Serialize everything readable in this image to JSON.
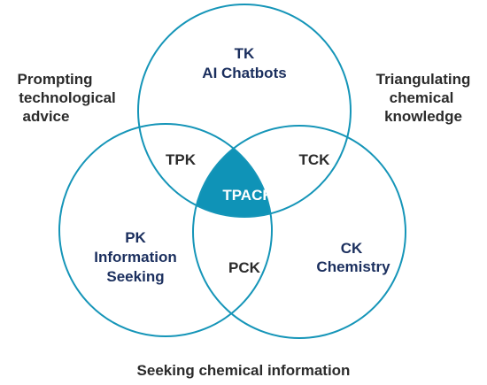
{
  "colors": {
    "circle_stroke": "#1595b8",
    "center_fill": "#0f93b7",
    "label_dark": "#1b2f5e",
    "label_gray": "#2b2b2b",
    "center_text": "#ffffff"
  },
  "circles": {
    "top": {
      "abbr": "TK",
      "name": "AI Chatbots"
    },
    "left": {
      "abbr": "PK",
      "line1": "Information",
      "line2": "Seeking"
    },
    "right": {
      "abbr": "CK",
      "name": "Chemistry"
    }
  },
  "overlaps": {
    "tpk": "TPK",
    "tck": "TCK",
    "pck": "PCK",
    "tpack": "TPACK"
  },
  "outer_labels": {
    "top_left": [
      "Prompting",
      "technological",
      "advice"
    ],
    "top_right": [
      "Triangulating",
      "chemical",
      "knowledge"
    ],
    "bottom": "Seeking chemical information"
  }
}
